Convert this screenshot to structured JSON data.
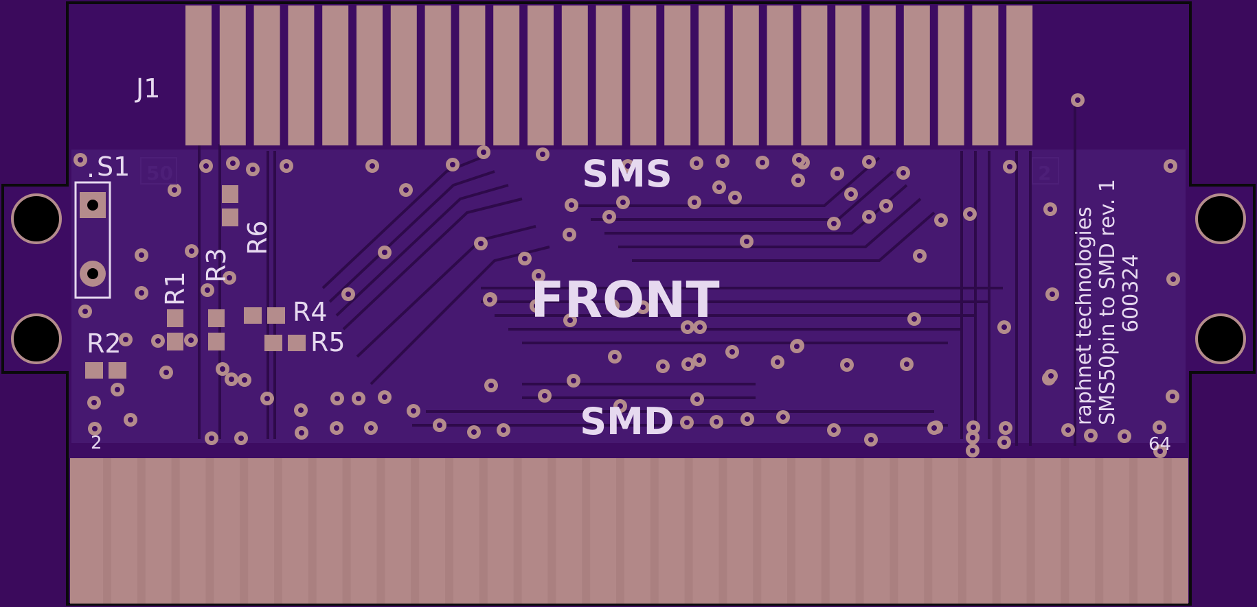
{
  "board": {
    "colors": {
      "background": "#3b0a5c",
      "board_fill": "#3d0c62",
      "inner_fill": "#461870",
      "trace": "#2e0a4a",
      "copper": "#b48c8c",
      "edge_copper": "#b28888",
      "silkscreen": "#e6d9ef",
      "outline": "#0a0a0a",
      "hole": "#000000"
    },
    "labels": {
      "connector": "J1",
      "switch": "S1",
      "switch_dot": ".",
      "r1": "R1",
      "r2": "R2",
      "r3": "R3",
      "r4": "R4",
      "r5": "R5",
      "r6": "R6",
      "sms": "SMS",
      "front": "FRONT",
      "smd": "SMD",
      "pin_50": "50",
      "pin_2_top": "2",
      "pin_2_bottom": "2",
      "pin_64": "64",
      "credit_line1": "raphnet technologies",
      "credit_line2": "SMS50pin to SMD rev. 1",
      "credit_line3": "600324"
    },
    "icons": {
      "mounting_hole": "mounting-hole-icon",
      "via": "via-icon",
      "pad": "pad-icon"
    },
    "counts": {
      "top_fingers": 25,
      "bottom_fingers": 32
    }
  }
}
